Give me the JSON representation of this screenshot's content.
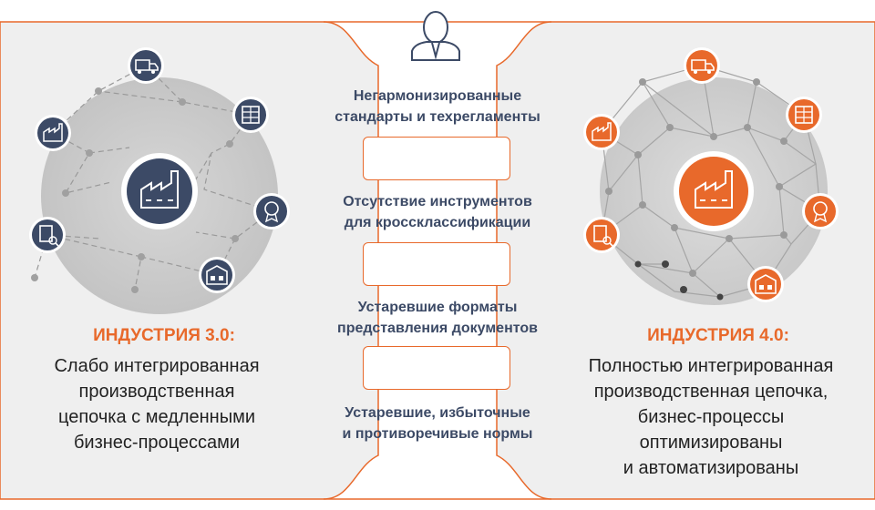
{
  "colors": {
    "navy": "#3c4a66",
    "orange": "#e8692b",
    "panel": "#efefef",
    "node_gray": "#9a9a9a",
    "node_dark": "#444444"
  },
  "center": {
    "person_icon": "user-icon",
    "barriers": [
      {
        "line1": "Негармонизированные",
        "line2": "стандарты  и техрегламенты"
      },
      {
        "line1": "Отсутствие инструментов",
        "line2": "для кроссклассификации"
      },
      {
        "line1": "Устаревшие форматы",
        "line2": "представления  документов"
      },
      {
        "line1": "Устаревшие, избыточные",
        "line2": "и противоречивые  нормы"
      }
    ]
  },
  "left": {
    "title": "ИНДУСТРИЯ 3.0:",
    "description": [
      "Слабо интегрированная",
      "производственная",
      "цепочка с медленными",
      "бизнес-процессами"
    ],
    "hub_icon": "factory-icon",
    "satellite_icons": [
      "truck-icon",
      "warehouse-icon",
      "certificate-icon",
      "storage-icon",
      "document-search-icon",
      "factory-icon"
    ]
  },
  "right": {
    "title": "ИНДУСТРИЯ 4.0:",
    "description": [
      "Полностью интегрированная",
      "производственная цепочка,",
      "бизнес-процессы",
      "оптимизированы",
      "и автоматизированы"
    ],
    "hub_icon": "factory-icon",
    "satellite_icons": [
      "truck-icon",
      "warehouse-icon",
      "certificate-icon",
      "storage-icon",
      "document-search-icon",
      "factory-icon"
    ]
  }
}
